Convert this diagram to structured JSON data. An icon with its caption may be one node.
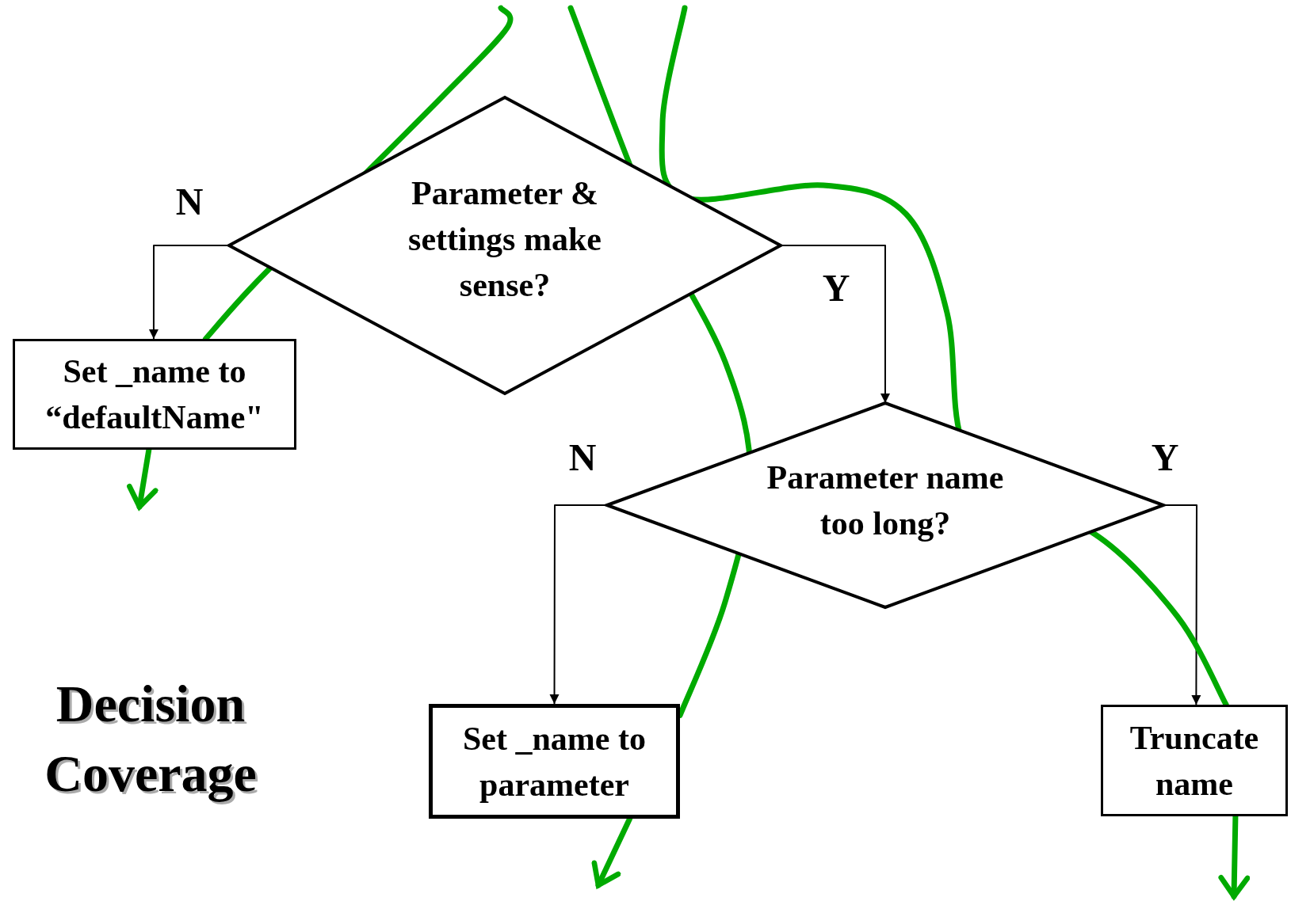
{
  "diagram": {
    "title": "Decision Coverage",
    "nodes": [
      {
        "text": [
          "Parameter & settings make sense?"
        ]
      },
      {
        "text": [
          "Set _name to “defaultName\""
        ]
      },
      {
        "text": [
          "Parameter name too long?"
        ]
      },
      {
        "text": [
          "Set _name to parameter"
        ]
      },
      {
        "text": [
          "Truncate name"
        ]
      }
    ],
    "edges": [
      {
        "from": 0,
        "to": 1,
        "arrow": "to",
        "label": "N",
        "color": "#000000"
      },
      {
        "from": 0,
        "to": 2,
        "arrow": "to",
        "label": "Y",
        "color": "#000000"
      },
      {
        "from": 2,
        "to": 3,
        "arrow": "to",
        "label": "N",
        "color": "#000000"
      },
      {
        "from": 2,
        "to": 4,
        "arrow": "to",
        "label": "Y",
        "color": "#000000"
      },
      {
        "from": null,
        "to": 1,
        "arrow": "none"
      },
      {
        "from": 1,
        "to": null,
        "arrow": "to"
      },
      {
        "from": null,
        "to": 3,
        "arrow": "none"
      },
      {
        "from": 3,
        "to": null,
        "arrow": "to"
      },
      {
        "from": null,
        "to": 4,
        "arrow": "none"
      },
      {
        "from": 4,
        "to": null,
        "arrow": "to"
      }
    ]
  }
}
